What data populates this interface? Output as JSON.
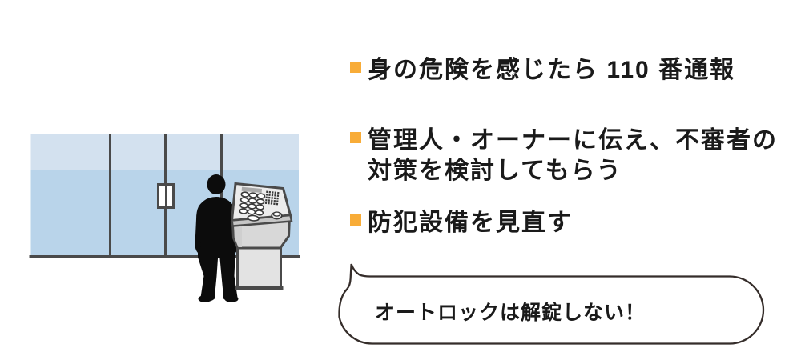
{
  "colors": {
    "background": "#ffffff",
    "accent_bullet": "#f8ac38",
    "text": "#1a1a1a",
    "outline": "#4a4a4a",
    "glass_upper": "#d3e1ef",
    "glass_lower": "#b9d4ea",
    "bubble_border": "#352d2a",
    "bubble_fill": "#ffffff",
    "silhouette": "#0c0c0c",
    "panel_face": "#ececec",
    "panel_lip": "#c6c6c6",
    "pedestal_upper": "#d8d8d8",
    "pedestal_shade": "#cfcfcf",
    "pedestal_lower": "#e3e3e3",
    "display": "#a9a9a9",
    "speaker": "#3a3a3a"
  },
  "checklist": {
    "items": [
      {
        "lines": [
          "身の危険を感じたら 110 番通報"
        ]
      },
      {
        "lines": [
          "管理人・オーナーに伝え、不審者の",
          "対策を検討してもらう"
        ]
      },
      {
        "lines": [
          "防犯設備を見直す"
        ]
      }
    ]
  },
  "speech_bubble": {
    "text": "オートロックは解錠しない！"
  }
}
